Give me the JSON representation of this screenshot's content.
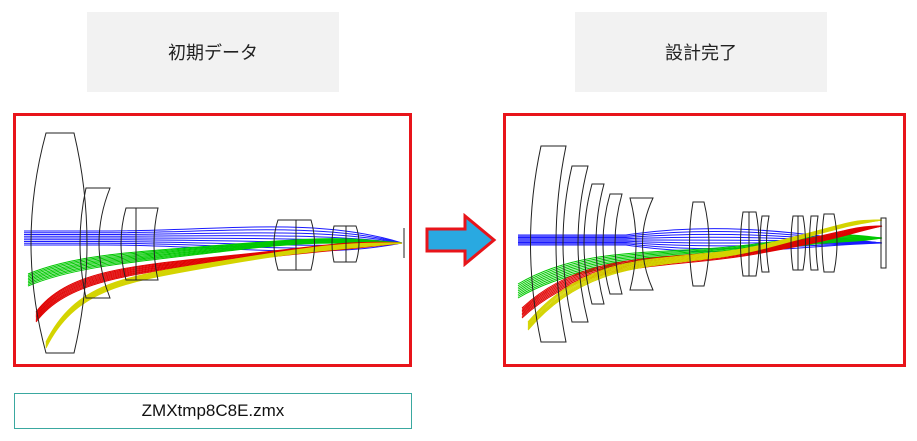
{
  "labels": {
    "initial": "初期データ",
    "complete": "設計完了"
  },
  "filename": "ZMXtmp8C8E.zmx",
  "colors": {
    "frame_border": "#e8141a",
    "arrow_fill": "#29a9e1",
    "arrow_stroke": "#e8141a",
    "filename_border": "#3aa8a0",
    "ray_axial": "#1a1aff",
    "ray_mid": "#00c800",
    "ray_off": "#e00000",
    "ray_edge": "#d4d400"
  },
  "icons": {
    "arrow": "right-arrow-icon"
  }
}
